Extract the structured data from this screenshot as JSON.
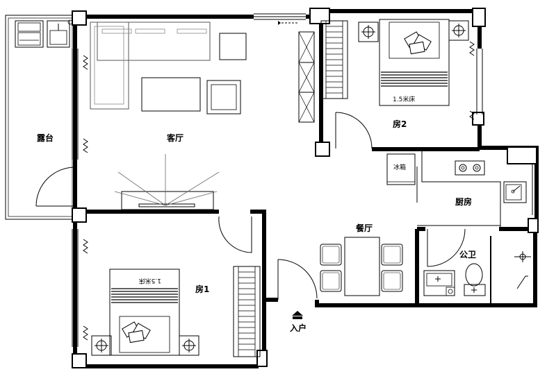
{
  "rooms": {
    "balcony": "露台",
    "living_room": "客厅",
    "bedroom_2": "房2",
    "bedroom_1": "房1",
    "dining": "餐厅",
    "kitchen": "厨房",
    "bathroom": "公卫"
  },
  "furniture": {
    "bed_2_label": "1.5米床",
    "bed_1_label": "1.5米床",
    "fridge_label": "冰箱"
  },
  "entrance": {
    "label": "入户"
  }
}
